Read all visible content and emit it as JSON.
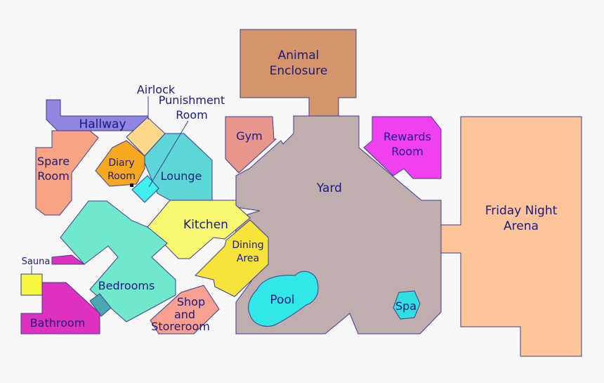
{
  "colors": {
    "background": "#f7f7f7",
    "outline": "#3b3b8f",
    "label": "#1a1a80",
    "animal_enclosure": "#d4956a",
    "yard": "#c0adad",
    "friday_night_arena": "#fdc49a",
    "rewards_room": "#f040f0",
    "gym": "#e8968c",
    "hallway": "#9085e0",
    "spare_room": "#f7a384",
    "airlock": "#fcd98a",
    "diary_room": "#f7a81e",
    "lounge": "#5cd6d6",
    "punishment_room": "#3ff0f0",
    "kitchen": "#f7f770",
    "dining_area": "#f7e43a",
    "bedrooms": "#70e8cc",
    "sauna": "#f7f740",
    "sauna_corridor": "#e030c0",
    "bathroom": "#e030c0",
    "bathroom_link": "#4aa8b0",
    "shop_and_storeroom": "#f7a090",
    "pool": "#30e8e8",
    "spa": "#30e0e0"
  },
  "rooms": {
    "animal_enclosure": [
      "Animal",
      "Enclosure"
    ],
    "yard": "Yard",
    "friday_night_arena": [
      "Friday Night",
      "Arena"
    ],
    "rewards_room": [
      "Rewards",
      "Room"
    ],
    "gym": "Gym",
    "hallway": "Hallway",
    "spare_room": [
      "Spare",
      "Room"
    ],
    "airlock": "Airlock",
    "punishment_room": [
      "Punishment",
      "Room"
    ],
    "diary_room": [
      "Diary",
      "Room"
    ],
    "lounge": "Lounge",
    "kitchen": "Kitchen",
    "dining_area": [
      "Dining",
      "Area"
    ],
    "bedrooms": "Bedrooms",
    "sauna": "Sauna",
    "bathroom": "Bathroom",
    "shop_and_storeroom": [
      "Shop",
      "and",
      "Storeroom"
    ],
    "pool": "Pool",
    "spa": "Spa"
  }
}
